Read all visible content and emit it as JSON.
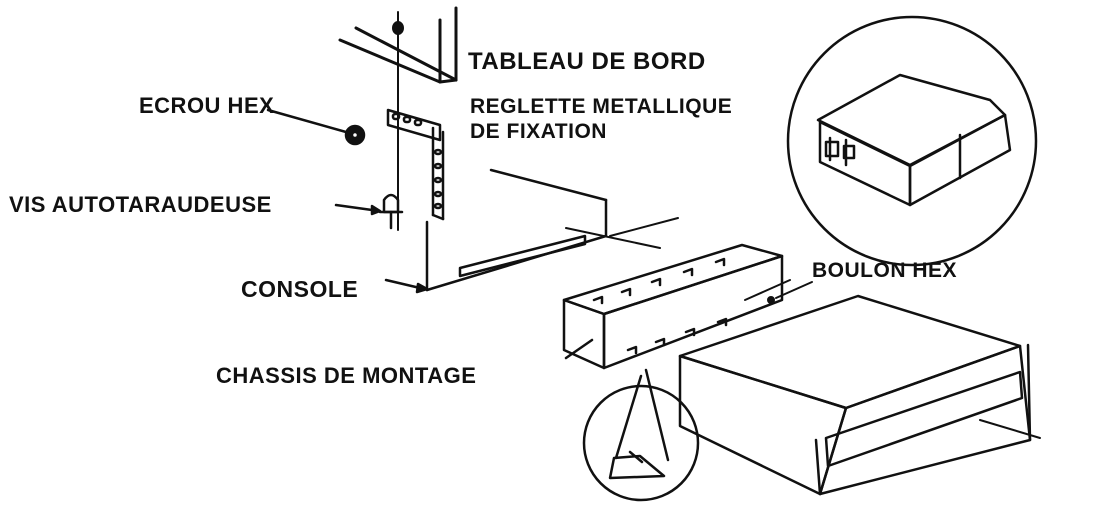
{
  "diagram": {
    "labels": {
      "tableau_de_bord": "TABLEAU DE BORD",
      "ecrou_hex": "ECROU HEX",
      "reglette_line1": "REGLETTE METALLIQUE",
      "reglette_line2": "DE FIXATION",
      "vis_autotaraudeuse": "VIS AUTOTARAUDEUSE",
      "boulon_hex": "BOULON HEX",
      "console": "CONSOLE",
      "chassis_de_montage": "CHASSIS DE MONTAGE"
    },
    "colors": {
      "ink": "#111111",
      "background": "#ffffff"
    }
  }
}
